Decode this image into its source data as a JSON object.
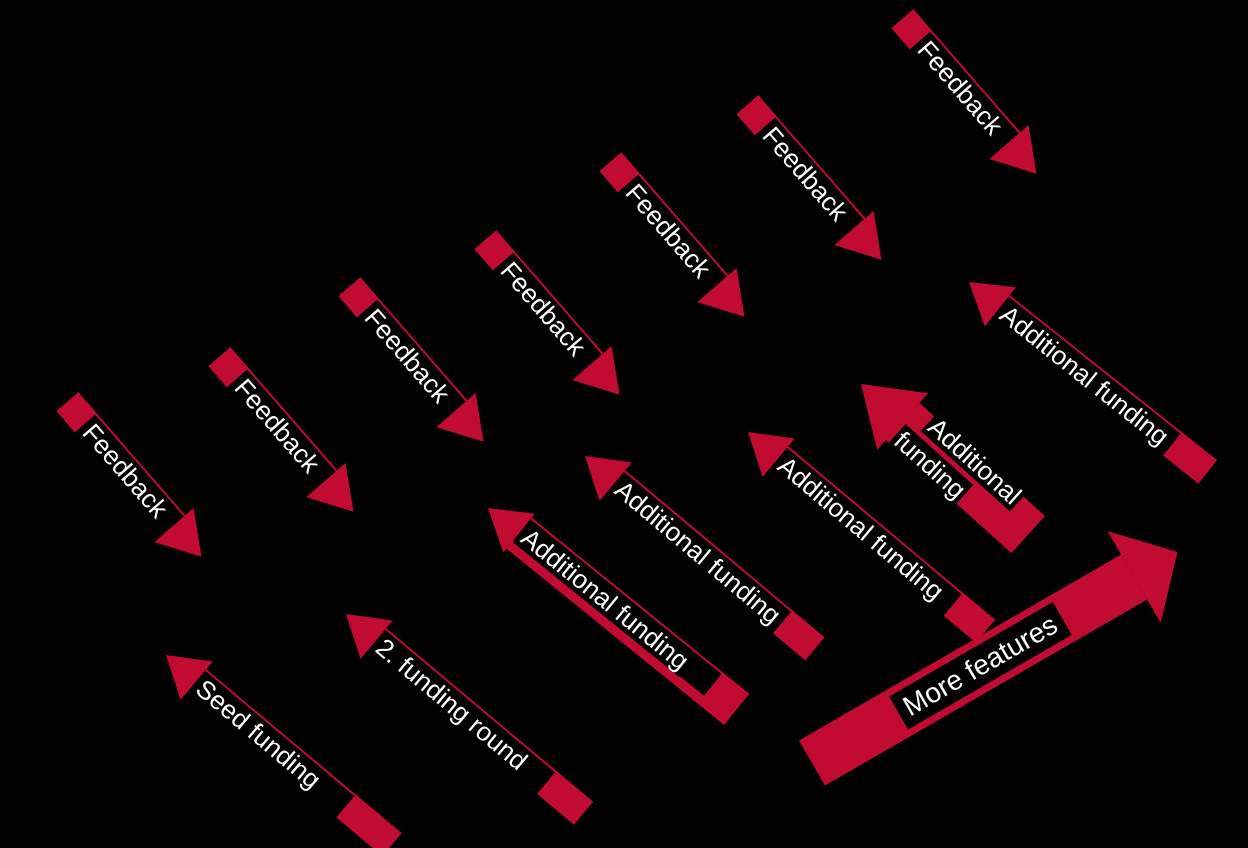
{
  "colors": {
    "background": "#000000",
    "arrow_red": "#C20B30",
    "label_text": "#FFFFFF"
  },
  "feedback_arrows": [
    {
      "label": "Feedback"
    },
    {
      "label": "Feedback"
    },
    {
      "label": "Feedback"
    },
    {
      "label": "Feedback"
    },
    {
      "label": "Feedback"
    },
    {
      "label": "Feedback"
    },
    {
      "label": "Feedback"
    }
  ],
  "funding_arrows": [
    {
      "id": "seed-funding",
      "label": "Seed funding"
    },
    {
      "id": "second-funding-round",
      "label": "2. funding round"
    },
    {
      "id": "additional-funding-1",
      "label": "Additional funding"
    },
    {
      "id": "additional-funding-2",
      "label": "Additional funding"
    },
    {
      "id": "additional-funding-3",
      "label": "Additional funding"
    },
    {
      "id": "additional-funding-4",
      "lines": [
        "Additional",
        "funding"
      ]
    },
    {
      "id": "additional-funding-5",
      "label": "Additional funding"
    }
  ],
  "growth_arrow": {
    "label": "More features"
  }
}
